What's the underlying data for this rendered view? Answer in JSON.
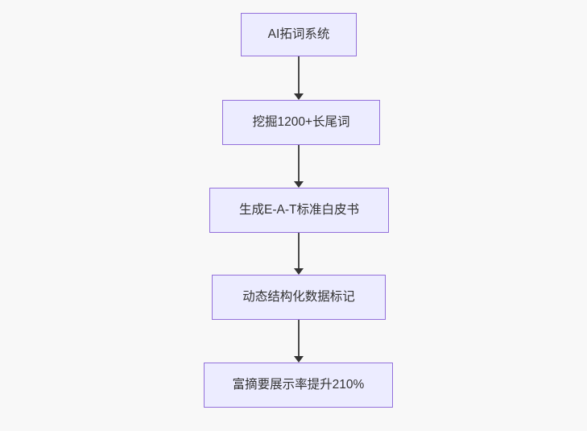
{
  "diagram": {
    "type": "flowchart",
    "direction": "top-down",
    "nodes": [
      {
        "label": "AI拓词系统"
      },
      {
        "label": "挖掘1200+长尾词"
      },
      {
        "label": "生成E-A-T标准白皮书"
      },
      {
        "label": "动态结构化数据标记"
      },
      {
        "label": "富摘要展示率提升210%"
      }
    ],
    "edges": [
      {
        "from": 0,
        "to": 1,
        "style": "arrow-down"
      },
      {
        "from": 1,
        "to": 2,
        "style": "arrow-down"
      },
      {
        "from": 2,
        "to": 3,
        "style": "arrow-down"
      },
      {
        "from": 3,
        "to": 4,
        "style": "arrow-down"
      }
    ],
    "colors": {
      "background": "#f8f8f8",
      "node_fill": "#ECECFF",
      "node_border": "#9370DB",
      "node_text": "#333333",
      "arrow": "#333333"
    }
  }
}
